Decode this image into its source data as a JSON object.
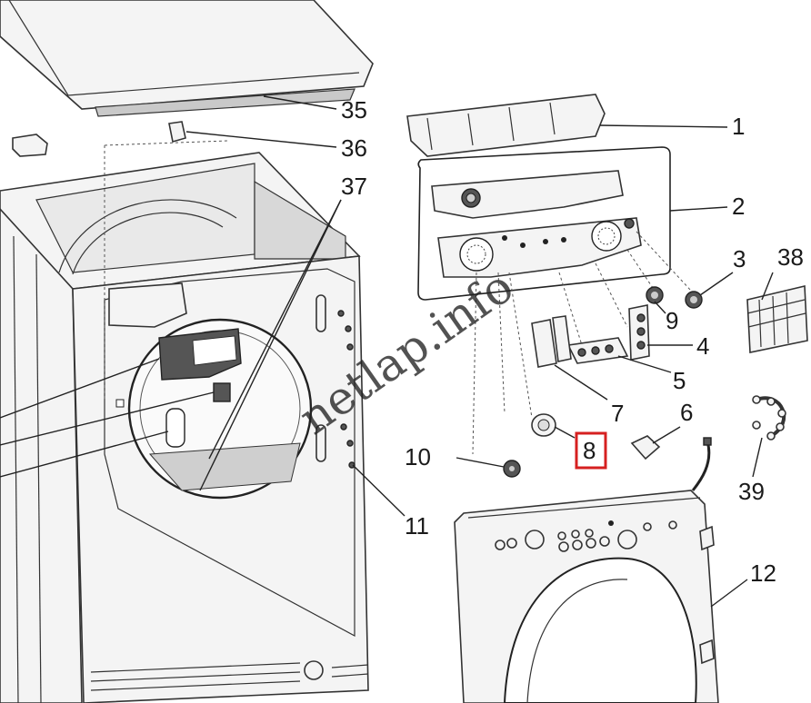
{
  "diagram": {
    "watermark": "netlap.info",
    "highlight_color": "#d62020",
    "highlighted_label": "8",
    "callouts": [
      "1",
      "2",
      "3",
      "4",
      "5",
      "6",
      "7",
      "8",
      "9",
      "10",
      "11",
      "12",
      "35",
      "36",
      "37",
      "38",
      "39"
    ]
  }
}
